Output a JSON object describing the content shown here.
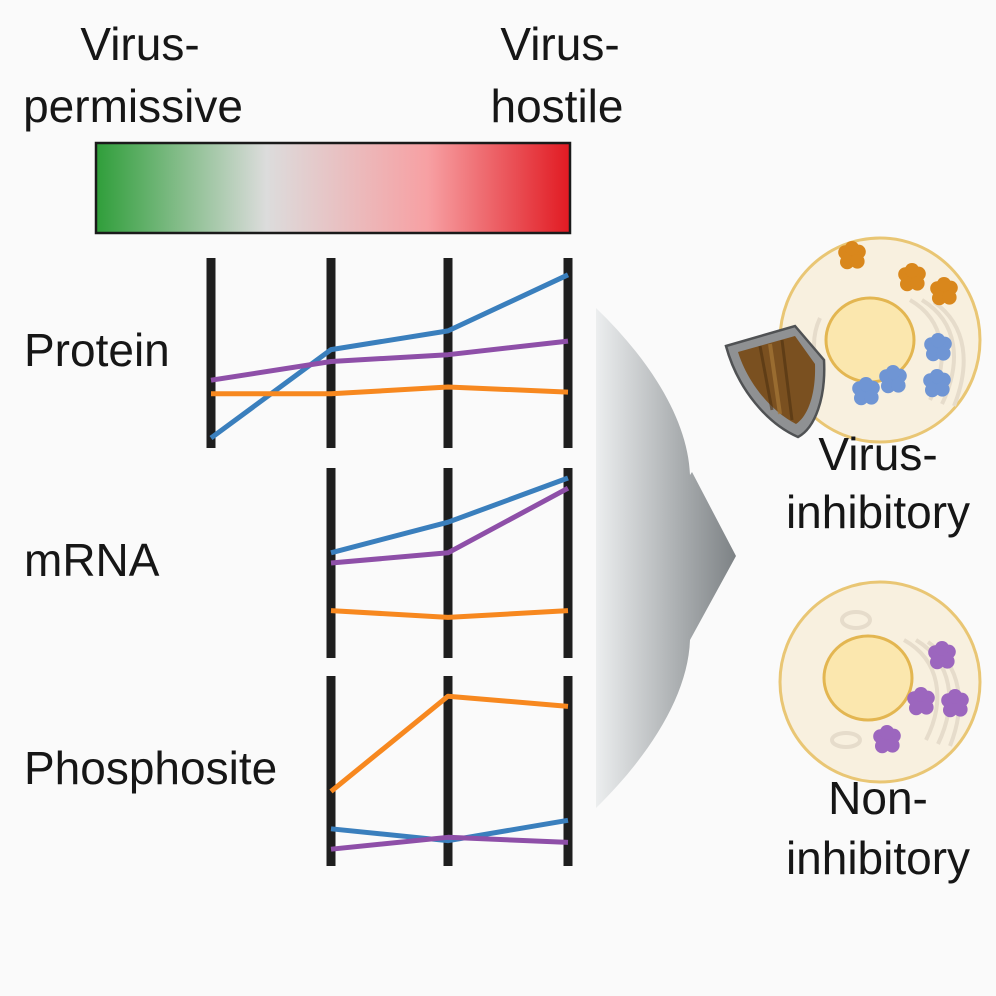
{
  "gradient_bar": {
    "left_label": [
      "Virus-",
      "permissive"
    ],
    "right_label": [
      "Virus-",
      "hostile"
    ],
    "colors": [
      "#2f9e3a",
      "#dcdcdc",
      "#f7a0a3",
      "#e11a22"
    ]
  },
  "panels": [
    {
      "label": "Protein",
      "lines": [
        {
          "color": "#3a7fbd",
          "level": [
            0.0,
            0.52,
            0.63,
            0.96
          ]
        },
        {
          "color": "#8e4fa8",
          "level": [
            0.34,
            0.45,
            0.49,
            0.57
          ]
        },
        {
          "color": "#f7881f",
          "level": [
            0.26,
            0.26,
            0.3,
            0.27
          ]
        }
      ]
    },
    {
      "label": "mRNA",
      "lines": [
        {
          "color": "#3a7fbd",
          "level": [
            0.56,
            0.74,
            1.0
          ]
        },
        {
          "color": "#8e4fa8",
          "level": [
            0.5,
            0.56,
            0.94
          ]
        },
        {
          "color": "#f7881f",
          "level": [
            0.22,
            0.18,
            0.22
          ]
        }
      ]
    },
    {
      "label": "Phosphosite",
      "lines": [
        {
          "color": "#f7881f",
          "level": [
            0.38,
            0.94,
            0.88
          ]
        },
        {
          "color": "#3a7fbd",
          "level": [
            0.16,
            0.09,
            0.21
          ]
        },
        {
          "color": "#8e4fa8",
          "level": [
            0.04,
            0.11,
            0.08
          ]
        }
      ]
    }
  ],
  "outcomes": [
    {
      "label": [
        "Virus-",
        "inhibitory"
      ],
      "has_shield": true
    },
    {
      "label": [
        "Non-",
        "inhibitory"
      ],
      "has_shield": false
    }
  ],
  "colors": {
    "axis": "#1e1e1e",
    "arrow_dark": "#7d8285",
    "arrow_light": "#eceeef",
    "cell_fill": "#f8f0df",
    "cell_border": "#e9c674",
    "nucleus_fill": "#fbe7ae",
    "nucleus_border": "#e3b651",
    "organelle": "#e6dccb",
    "orange_blob": "#d9871c",
    "blue_blob": "#6f95d4",
    "purple_blob": "#9c66be",
    "shield_rim": "#8f9193",
    "shield_wood": "#7a5020"
  }
}
